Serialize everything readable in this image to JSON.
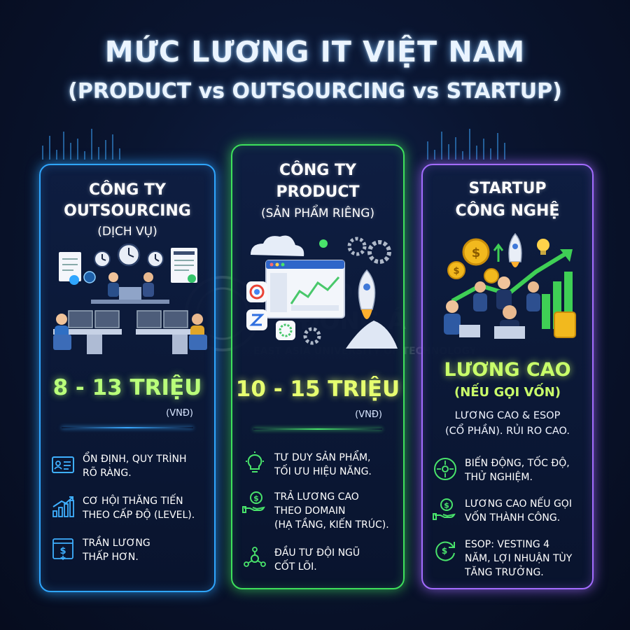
{
  "title": "MỨC LƯƠNG IT VIỆT NAM",
  "subtitle": "(PRODUCT vs OUTSOURCING vs STARTUP)",
  "colors": {
    "blue": "#2fa6ff",
    "green": "#3ee05b",
    "purple": "#a36cff",
    "salary": "#c9ff6a"
  },
  "cards": {
    "outsourcing": {
      "heading_1": "CÔNG TY",
      "heading_2": "OUTSOURCING",
      "heading_3": "(DỊCH VỤ)",
      "salary": "8 - 13 TRIỆU",
      "unit": "(VNĐ)",
      "features": [
        {
          "icon": "profile-card-icon",
          "text_1": "ỔN ĐỊNH, QUY TRÌNH",
          "text_2": "RÕ RÀNG."
        },
        {
          "icon": "growth-chart-icon",
          "text_1": "CƠ HỘI THĂNG TIẾN",
          "text_2": "THEO CẤP ĐỘ (LEVEL)."
        },
        {
          "icon": "salary-cap-icon",
          "text_1": "TRẦN LƯƠNG",
          "text_2": "THẤP HƠN."
        }
      ]
    },
    "product": {
      "heading_1": "CÔNG TY",
      "heading_2": "PRODUCT",
      "heading_3": "(SẢN PHẨM RIÊNG)",
      "salary": "10 - 15 TRIỆU",
      "unit": "(VNĐ)",
      "features": [
        {
          "icon": "lightbulb-icon",
          "text_1": "TƯ DUY SẢN PHẨM,",
          "text_2": "TỐI ƯU HIỆU NĂNG."
        },
        {
          "icon": "money-hand-icon",
          "text_1": "TRẢ LƯƠNG CAO",
          "text_2": "THEO DOMAIN",
          "text_3": "(HẠ TẦNG, KIẾN TRÚC)."
        },
        {
          "icon": "team-network-icon",
          "text_1": "ĐẦU TƯ ĐỘI NGŨ",
          "text_2": "CỐT LÕI."
        }
      ]
    },
    "startup": {
      "heading_1": "STARTUP",
      "heading_2": "CÔNG NGHỆ",
      "salary_1": "LƯƠNG CAO",
      "salary_2": "(NẾU GỌI VỐN)",
      "note_1": "LƯƠNG CAO & ESOP",
      "note_2": "(CỔ PHẦN). RỦI RO CAO.",
      "features": [
        {
          "icon": "volatility-icon",
          "text_1": "BIẾN ĐỘNG, TỐC ĐỘ,",
          "text_2": "THỬ NGHIỆM."
        },
        {
          "icon": "money-hand-icon",
          "text_1": "LƯƠNG CAO NẾU GỌI",
          "text_2": "VỐN THÀNH CÔNG."
        },
        {
          "icon": "vesting-cycle-icon",
          "text_1": "ESOP: VESTING 4",
          "text_2": "NĂM, LỢI NHUẬN TÙY",
          "text_3": "TĂNG TRƯỞNG."
        }
      ]
    }
  },
  "watermark": {
    "line_1": "ĐẠI HỌC",
    "line_2": "ĐÔNG Á",
    "line_3": "EAST ASIA UNIVERSITY OF TECHNOLOGY"
  }
}
